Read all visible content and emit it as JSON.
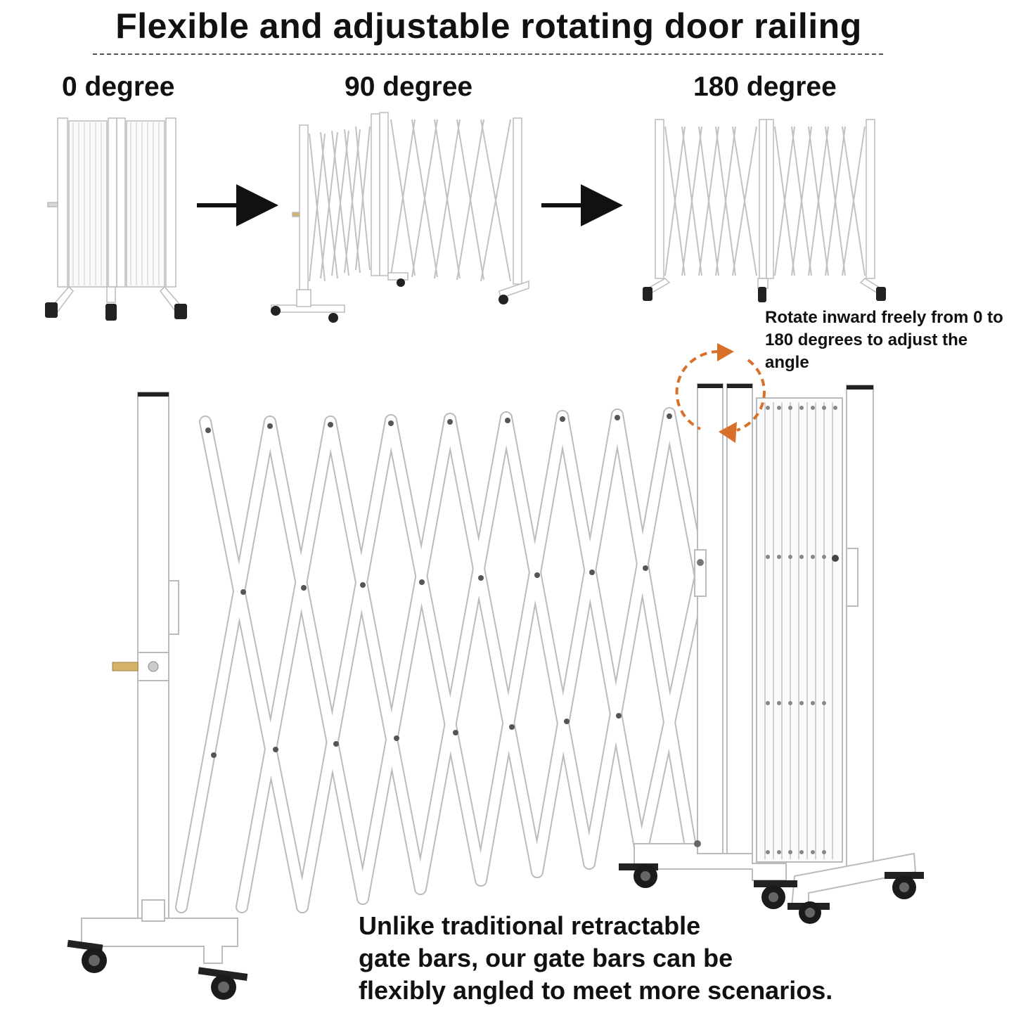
{
  "header": {
    "title": "Flexible and adjustable rotating door railing"
  },
  "stages": [
    {
      "label": "0 degree"
    },
    {
      "label": "90 degree"
    },
    {
      "label": "180 degree"
    }
  ],
  "callout": {
    "text": "Rotate inward freely from 0 to 180 degrees to adjust the angle"
  },
  "footer": {
    "line1": "Unlike traditional retractable",
    "line2": "gate bars, our gate bars can be",
    "line3": "flexibly angled to meet more scenarios."
  },
  "colors": {
    "accent": "#d9702a",
    "frame": "#ffffff",
    "outline": "#b9bcbf",
    "text": "#111111"
  }
}
